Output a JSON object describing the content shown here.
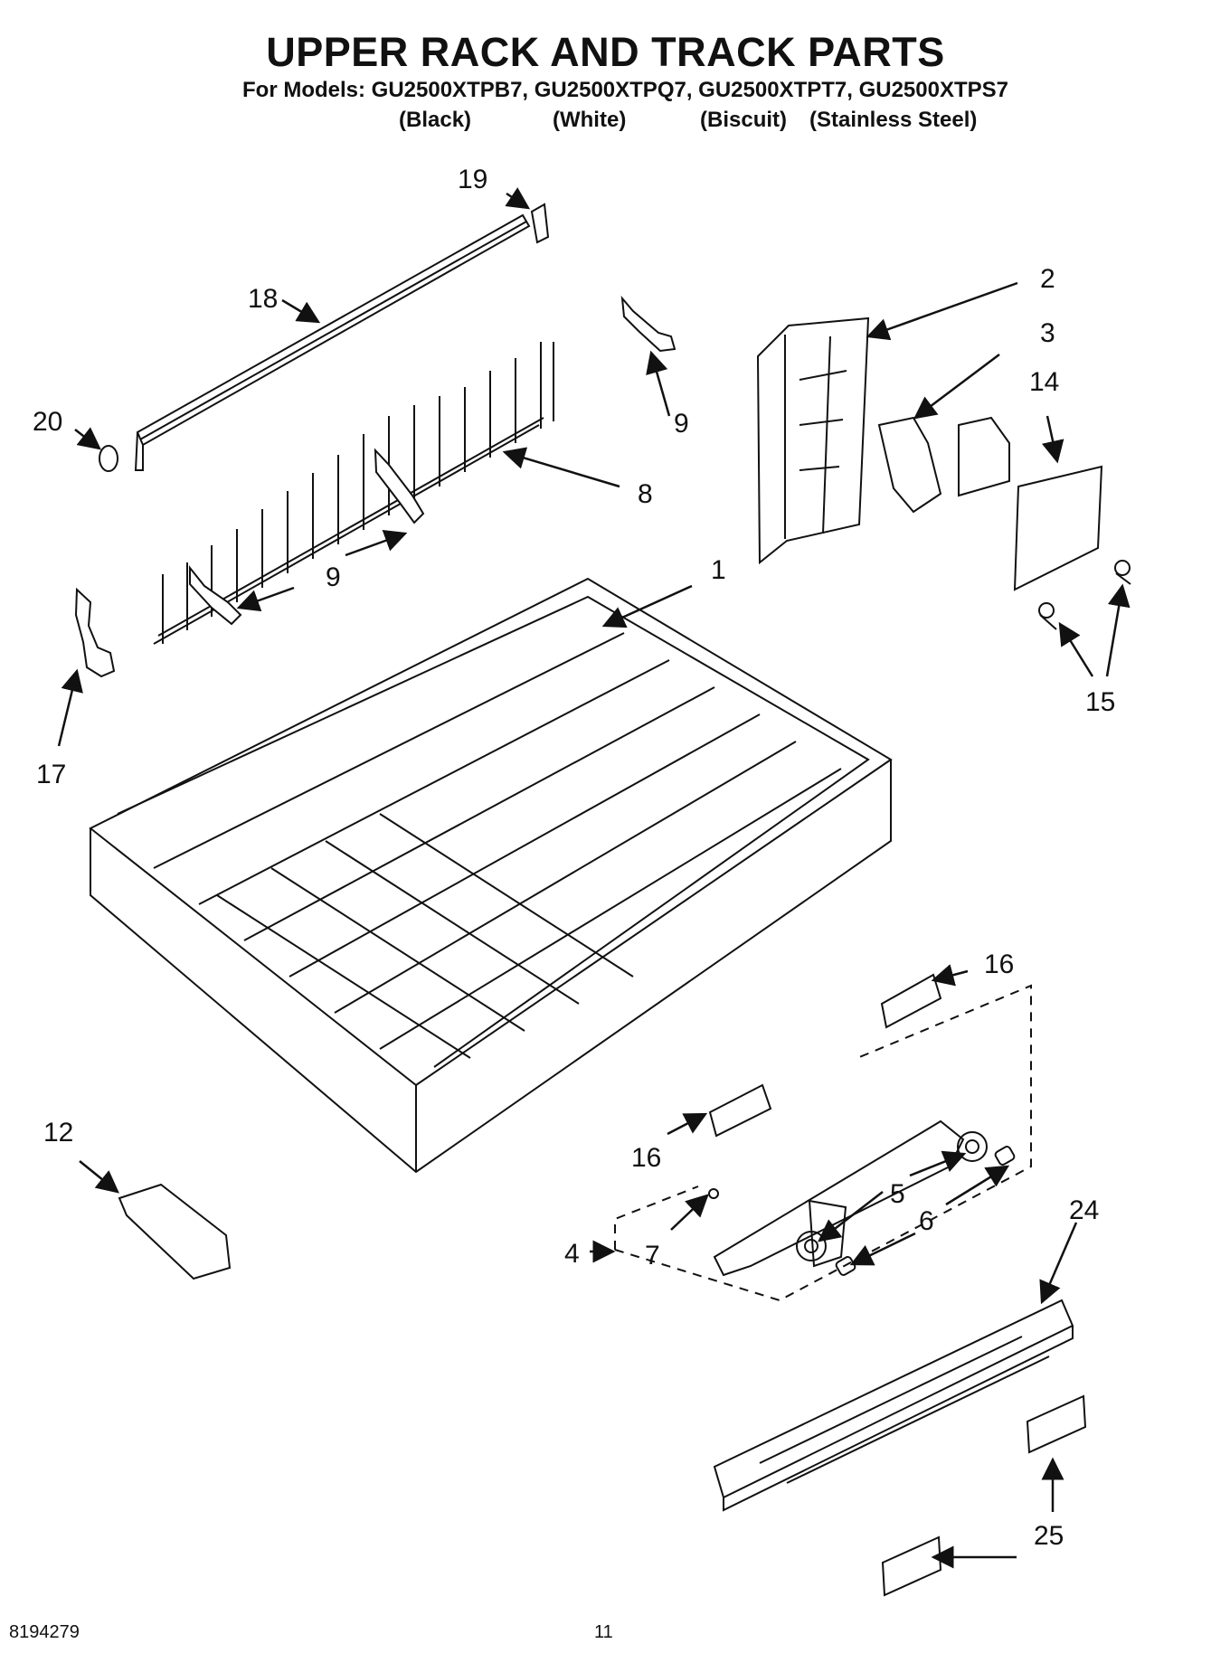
{
  "header": {
    "title": "UPPER RACK AND TRACK PARTS",
    "models_line": "For Models: GU2500XTPB7, GU2500XTPQ7, GU2500XTPT7, GU2500XTPS7",
    "variants": [
      "(Black)",
      "(White)",
      "(Biscuit)",
      "(Stainless Steel)"
    ]
  },
  "callouts": {
    "c1": "1",
    "c2": "2",
    "c3": "3",
    "c4": "4",
    "c5": "5",
    "c6": "6",
    "c7": "7",
    "c8": "8",
    "c9a": "9",
    "c9b": "9",
    "c12": "12",
    "c14": "14",
    "c15": "15",
    "c16a": "16",
    "c16b": "16",
    "c17": "17",
    "c18": "18",
    "c19": "19",
    "c20": "20",
    "c24": "24",
    "c25": "25"
  },
  "footer": {
    "doc_number": "8194279",
    "page_number": "11"
  }
}
